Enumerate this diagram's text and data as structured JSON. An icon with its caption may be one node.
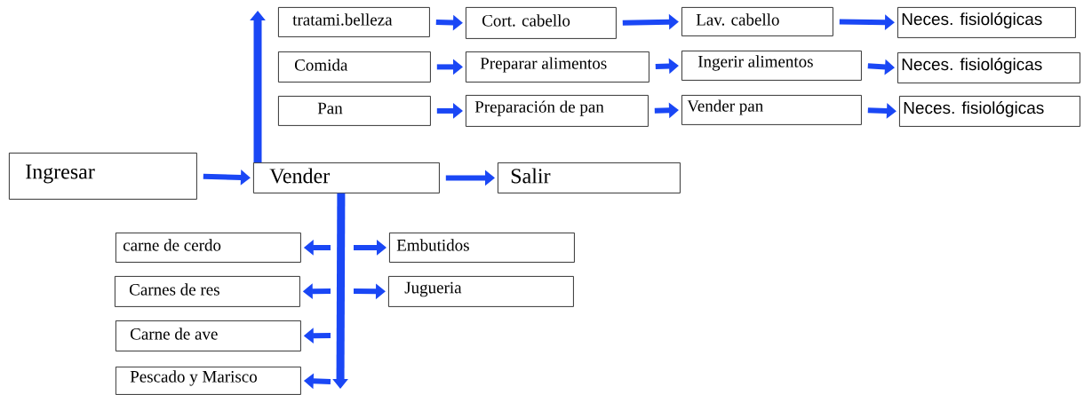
{
  "diagram": {
    "nodes": [
      {
        "text": [
          "Ingresar"
        ]
      },
      {
        "text": [
          "Vender"
        ]
      },
      {
        "text": [
          "Salir"
        ]
      },
      {
        "text": [
          "tratami.belleza"
        ]
      },
      {
        "text": [
          "Cort. cabello"
        ]
      },
      {
        "text": [
          "Lav. cabello"
        ]
      },
      {
        "text": [
          "Neces. fisiológicas"
        ]
      },
      {
        "text": [
          "Comida"
        ]
      },
      {
        "text": [
          "Preparar alimentos"
        ]
      },
      {
        "text": [
          "Ingerir alimentos"
        ]
      },
      {
        "text": [
          "Neces. fisiológicas"
        ]
      },
      {
        "text": [
          "Pan"
        ]
      },
      {
        "text": [
          "Preparación de pan"
        ]
      },
      {
        "text": [
          "Vender pan"
        ]
      },
      {
        "text": [
          "Neces. fisiológicas"
        ]
      },
      {
        "text": [
          "carne de cerdo"
        ]
      },
      {
        "text": [
          "Embutidos"
        ]
      },
      {
        "text": [
          "Carnes de res"
        ]
      },
      {
        "text": [
          "Jugueria"
        ]
      },
      {
        "text": [
          "Carne de ave"
        ]
      },
      {
        "text": [
          "Pescado y Marisco"
        ]
      }
    ],
    "edges": [
      {
        "from": 0,
        "to": 1,
        "arrow": "to"
      },
      {
        "from": 1,
        "to": 2,
        "arrow": "to"
      },
      {
        "from": 3,
        "to": 4,
        "arrow": "to"
      },
      {
        "from": 4,
        "to": 5,
        "arrow": "to"
      },
      {
        "from": 5,
        "to": 6,
        "arrow": "to"
      },
      {
        "from": 7,
        "to": 8,
        "arrow": "to"
      },
      {
        "from": 8,
        "to": 9,
        "arrow": "to"
      },
      {
        "from": 9,
        "to": 10,
        "arrow": "to"
      },
      {
        "from": 11,
        "to": 12,
        "arrow": "to"
      },
      {
        "from": 12,
        "to": 13,
        "arrow": "to"
      },
      {
        "from": 13,
        "to": 14,
        "arrow": "to"
      },
      {
        "from": 1,
        "to": null,
        "arrow": "to"
      },
      {
        "from": 1,
        "to": null,
        "arrow": "to"
      },
      {
        "from": null,
        "to": 15,
        "arrow": "to"
      },
      {
        "from": null,
        "to": 16,
        "arrow": "to"
      },
      {
        "from": null,
        "to": 17,
        "arrow": "to"
      },
      {
        "from": null,
        "to": 18,
        "arrow": "to"
      },
      {
        "from": null,
        "to": 19,
        "arrow": "to"
      },
      {
        "from": null,
        "to": 20,
        "arrow": "to"
      }
    ]
  }
}
